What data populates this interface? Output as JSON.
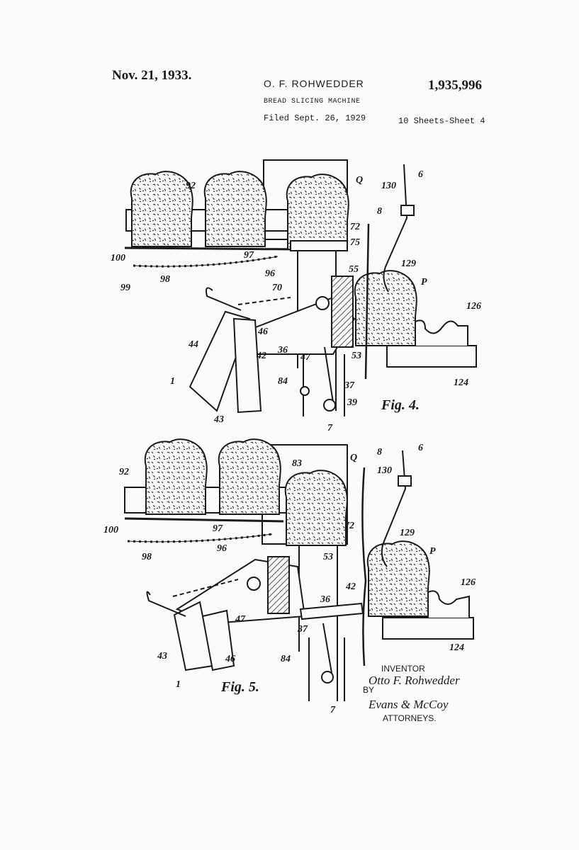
{
  "header": {
    "date": "Nov. 21, 1933.",
    "inventor": "O. F. ROHWEDDER",
    "title": "BREAD SLICING MACHINE",
    "filed": "Filed Sept. 26, 1929",
    "patent_number": "1,935,996",
    "sheets": "10 Sheets-Sheet 4"
  },
  "figures": {
    "fig4": {
      "caption": "Fig. 4.",
      "labels": [
        "92",
        "Q",
        "6",
        "130",
        "8",
        "72",
        "75",
        "100",
        "97",
        "96",
        "99",
        "98",
        "129",
        "55",
        "70",
        "P",
        "126",
        "44",
        "46",
        "42",
        "36",
        "47",
        "53",
        "1",
        "84",
        "37",
        "39",
        "124",
        "43",
        "7"
      ]
    },
    "fig5": {
      "caption": "Fig. 5.",
      "labels": [
        "92",
        "83",
        "Q",
        "8",
        "6",
        "130",
        "72",
        "100",
        "97",
        "98",
        "96",
        "129",
        "53",
        "P",
        "126",
        "42",
        "36",
        "47",
        "37",
        "43",
        "46",
        "84",
        "1",
        "124",
        "7"
      ]
    }
  },
  "signature": {
    "inventor_label": "INVENTOR",
    "inventor_signature": "Otto F. Rohwedder",
    "by": "BY",
    "attorneys_signature": "Evans & McCoy",
    "attorneys_label": "ATTORNEYS."
  }
}
